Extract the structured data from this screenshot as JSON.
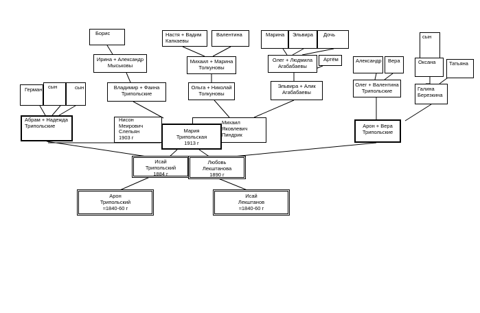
{
  "people": {
    "boris": "Борис",
    "irina_alexandr": "Ирина + Александр\nМыськовы",
    "vladimir_faina": "Владимир + Фаина\nТрипольские",
    "german": "Герман",
    "son_a": "сын",
    "son_b": "сын",
    "abram_nadezhda": "Абрам + Надежда\nТрипольские",
    "nisson": "Нисон\nМеирович\nСлепьян\n1903 г",
    "maria": "Мария\nТрипольская\n1913 г",
    "mikhail_p": "Михаил\nЯковлевич\nПиндрик",
    "nastya_vadim": "Настя + Вадим\nКапкаевы",
    "valentina_top": "Валентина",
    "mikhail_marina": "Михаил + Марина\nТолкуновы",
    "olga_nikolai": "Ольга + Николай\nТолкуновы",
    "marina": "Марина",
    "elvira_top": "Эльвира",
    "doch": "Дочь",
    "oleg_ludmila": "Олег + Людмила\nАгабабаевы",
    "artem": "Артём",
    "elvira_alik": "Эльвира + Алик\nАгабабаевы",
    "alexandr": "Александр",
    "vera_small": "Вера",
    "oleg_valentina": "Олег + Валентина\nТрипольские",
    "aron_vera": "Арон + Вера\nТрипольские",
    "son_right": "сын",
    "oksana": "Оксана",
    "tatyana": "Татьяна",
    "galina": "Галина\nБерезкина",
    "isai_1884": "Исай\nТрипольский\n1884 г",
    "lyubov": "Любовь\nЛекштанова\n1890 г",
    "aron_1840": "Арон\nТрипольский\n≈1840-60 г",
    "isai_1840": "Исай\nЛекштанов\n≈1840-60 г"
  }
}
